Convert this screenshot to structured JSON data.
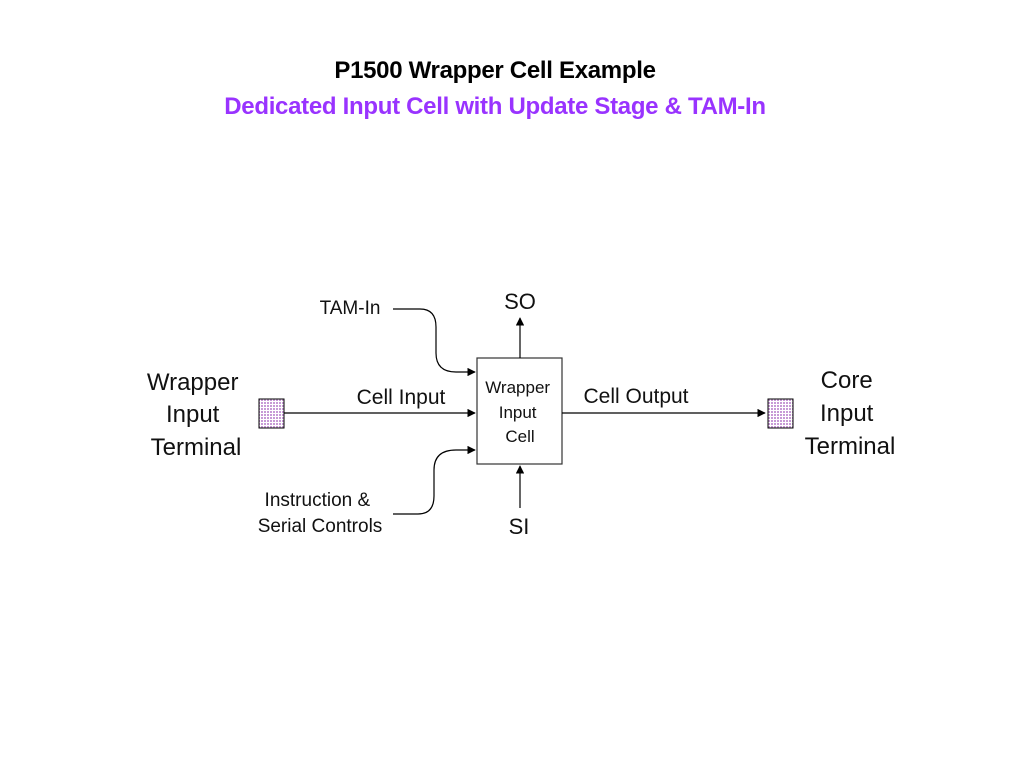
{
  "title": "P1500 Wrapper Cell Example",
  "subtitle": "Dedicated Input Cell with Update Stage & TAM-In",
  "colors": {
    "title": "#000000",
    "subtitle": "#9933ff",
    "line": "#000000",
    "terminal_fill": "#e6c8ef"
  },
  "diagram": {
    "wrapper_input_terminal": [
      "Wrapper",
      "Input",
      "Terminal"
    ],
    "core_input_terminal": [
      "Core",
      "Input",
      "Terminal"
    ],
    "cell": [
      "Wrapper",
      "Input",
      "Cell"
    ],
    "cell_input": "Cell Input",
    "cell_output": "Cell Output",
    "tam_in": "TAM-In",
    "so": "SO",
    "si": "SI",
    "instruction": [
      "Instruction &",
      "Serial Controls"
    ]
  }
}
